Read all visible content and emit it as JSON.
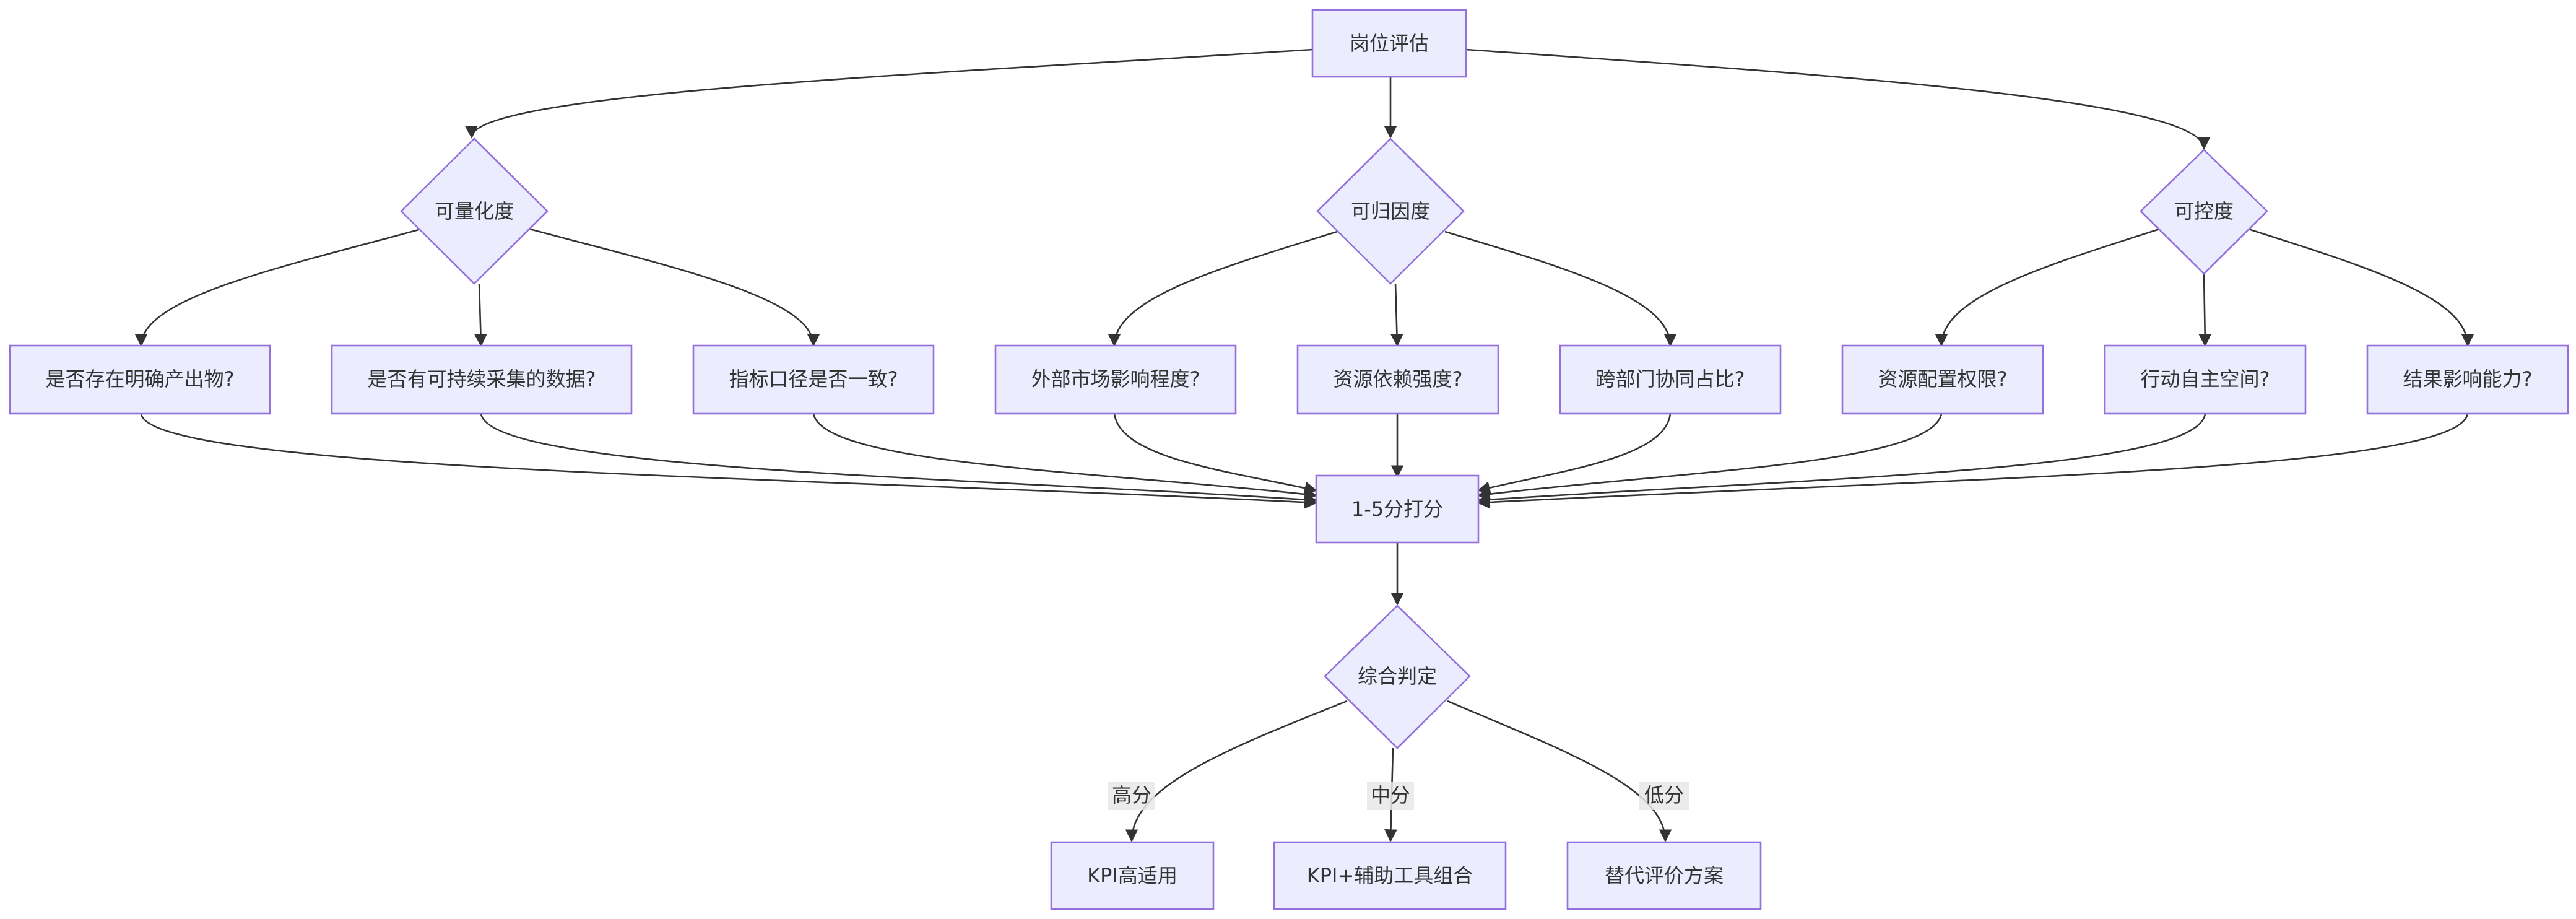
{
  "nodes": {
    "root": "岗位评估",
    "quantifiability": "可量化度",
    "attributability": "可归因度",
    "controllability": "可控度",
    "q1": "是否存在明确产出物?",
    "q2": "是否有可持续采集的数据?",
    "q3": "指标口径是否一致?",
    "a1": "外部市场影响程度?",
    "a2": "资源依赖强度?",
    "a3": "跨部门协同占比?",
    "c1": "资源配置权限?",
    "c2": "行动自主空间?",
    "c3": "结果影响能力?",
    "score": "1-5分打分",
    "judge": "综合判定",
    "out_high": "KPI高适用",
    "out_mid": "KPI+辅助工具组合",
    "out_low": "替代评价方案"
  },
  "edge_labels": {
    "high": "高分",
    "mid": "中分",
    "low": "低分"
  },
  "colors": {
    "node_fill": "#ececff",
    "node_stroke": "#9370db",
    "edge": "#333333",
    "text": "#333333"
  }
}
